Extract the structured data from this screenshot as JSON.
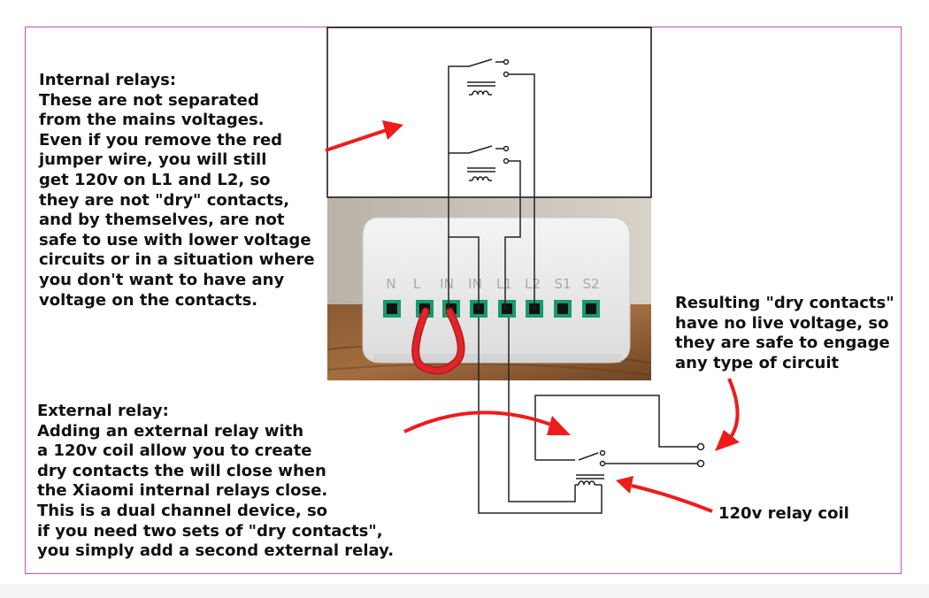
{
  "notes": {
    "internal": {
      "title": "Internal relays:",
      "lines": [
        "These are not separated",
        "from the mains voltages.",
        "Even if you remove the red",
        "jumper wire, you will still",
        "get 120v on L1 and L2, so",
        "they are not \"dry\" contacts,",
        "and by themselves, are not",
        "safe to use with lower voltage",
        "circuits or in a situation where",
        "you don't want to have any",
        "voltage on the contacts."
      ]
    },
    "external": {
      "title": "External relay:",
      "lines": [
        "Adding an external relay with",
        "a 120v coil allow you to create",
        "dry contacts the will close when",
        "the Xiaomi internal relays close.",
        "This is a dual channel device, so",
        "if you need two sets of \"dry contacts\",",
        "you simply add a second external relay."
      ]
    },
    "result": {
      "lines": [
        "Resulting \"dry contacts\"",
        "have no live voltage, so",
        "they are safe to engage",
        "any type of circuit"
      ]
    },
    "coil": {
      "text": "120v relay coil"
    }
  },
  "device": {
    "terminals": [
      "N",
      "L",
      "IN",
      "IN",
      "L1",
      "L2",
      "S1",
      "S2"
    ]
  },
  "colors": {
    "arrow": "#ee1c1c",
    "wire": "#222222",
    "jumper": "#e0242a",
    "frame": "#c24fc2",
    "terminal": "#159b6d"
  }
}
